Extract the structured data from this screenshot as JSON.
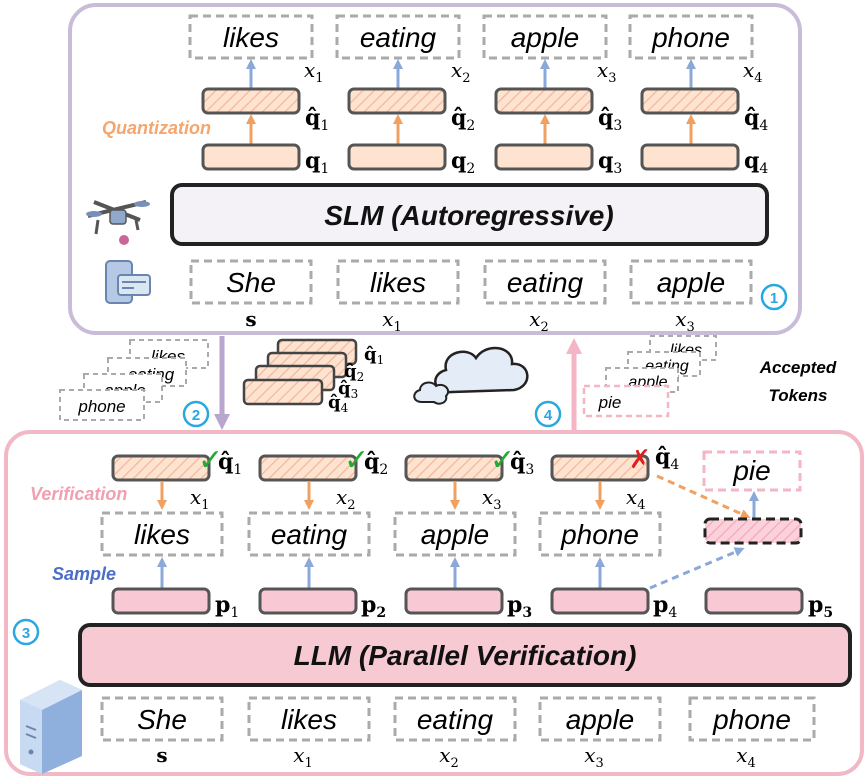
{
  "slm": {
    "title": "SLM (Autoregressive)",
    "quantization_label": "Quantization",
    "step": "1",
    "outputs": [
      {
        "word": "likes",
        "var": "x",
        "sub": "1",
        "q": "1"
      },
      {
        "word": "eating",
        "var": "x",
        "sub": "2",
        "q": "2"
      },
      {
        "word": "apple",
        "var": "x",
        "sub": "3",
        "q": "3"
      },
      {
        "word": "phone",
        "var": "x",
        "sub": "4",
        "q": "4"
      }
    ],
    "inputs": [
      {
        "word": "She",
        "var": "s",
        "sub": ""
      },
      {
        "word": "likes",
        "var": "x",
        "sub": "1"
      },
      {
        "word": "eating",
        "var": "x",
        "sub": "2"
      },
      {
        "word": "apple",
        "var": "x",
        "sub": "3"
      }
    ]
  },
  "transfer": {
    "step2": "2",
    "step4": "4",
    "sent_words": [
      "likes",
      "eating",
      "apple",
      "phone"
    ],
    "accepted_words": [
      "likes",
      "eating",
      "apple",
      "pie"
    ],
    "accepted_label_line1": "Accepted",
    "accepted_label_line2": "Tokens",
    "q_stack": [
      "1",
      "2",
      "3",
      "4"
    ]
  },
  "llm": {
    "title": "LLM (Parallel Verification)",
    "verification_label": "Verification",
    "sample_label": "Sample",
    "step": "3",
    "check_mark": "✓",
    "reject_mark": "✗",
    "verified": [
      {
        "q": "1",
        "var": "x",
        "sub": "1",
        "status": "accepted"
      },
      {
        "q": "2",
        "var": "x",
        "sub": "2",
        "status": "accepted"
      },
      {
        "q": "3",
        "var": "x",
        "sub": "3",
        "status": "accepted"
      },
      {
        "q": "4",
        "var": "x",
        "sub": "4",
        "status": "rejected"
      }
    ],
    "sampled": [
      "likes",
      "eating",
      "apple",
      "phone"
    ],
    "resampled": "pie",
    "p_labels": [
      "1",
      "2",
      "3",
      "4",
      "5"
    ],
    "inputs": [
      {
        "word": "She",
        "var": "s",
        "sub": ""
      },
      {
        "word": "likes",
        "var": "x",
        "sub": "1"
      },
      {
        "word": "eating",
        "var": "x",
        "sub": "2"
      },
      {
        "word": "apple",
        "var": "x",
        "sub": "3"
      },
      {
        "word": "phone",
        "var": "x",
        "sub": "4"
      }
    ]
  },
  "colors": {
    "slm_border": "#c9bcd8",
    "llm_border": "#f2b8c6",
    "orange": "#f0a060",
    "blue": "#8aa8d8",
    "pink_fill": "#f8c8d4",
    "peach_fill": "#fde3d0",
    "check": "#22aa33",
    "cross": "#e02020",
    "step_circle": "#29a8e0",
    "verif_text": "#f0a0b0",
    "sample_text": "#4a6ec8",
    "quant_text": "#f5a56e"
  }
}
